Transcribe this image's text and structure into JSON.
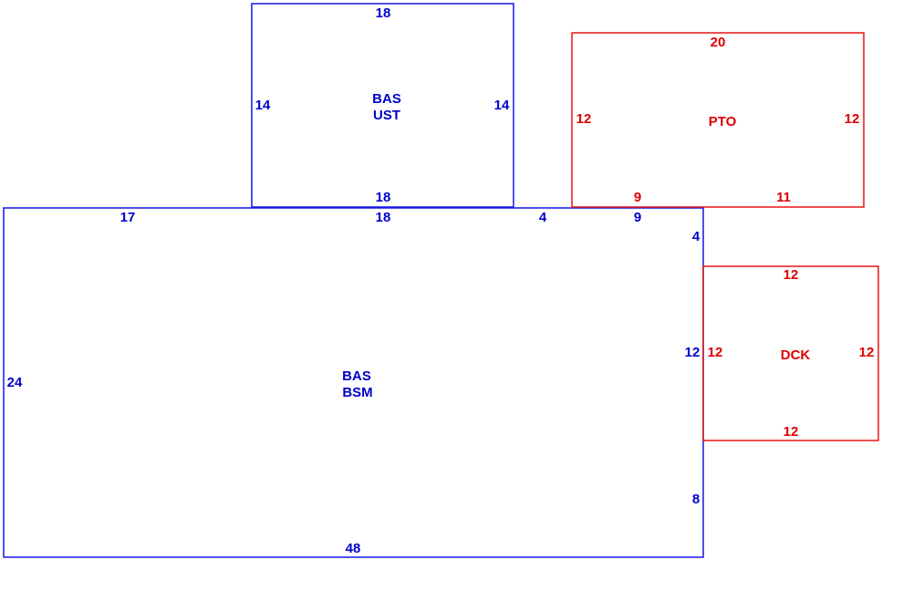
{
  "colors": {
    "basement": "#1515e6",
    "addition": "#e61515"
  },
  "areas": {
    "bas_ust": {
      "code_line1": "BAS",
      "code_line2": "UST",
      "top": "18",
      "bottom": "18",
      "left": "14",
      "right": "14"
    },
    "bas_bsm": {
      "code_line1": "BAS",
      "code_line2": "BSM",
      "top_left": "17",
      "top_mid": "18",
      "top_gap": "4",
      "top_right": "9",
      "left": "24",
      "right_upper": "4",
      "right_mid": "12",
      "right_lower": "8",
      "bottom": "48"
    },
    "pto": {
      "code": "PTO",
      "top": "20",
      "left": "12",
      "right": "12",
      "bottom_left": "9",
      "bottom_right": "11"
    },
    "dck": {
      "code": "DCK",
      "top": "12",
      "left": "12",
      "right": "12",
      "bottom": "12"
    }
  }
}
